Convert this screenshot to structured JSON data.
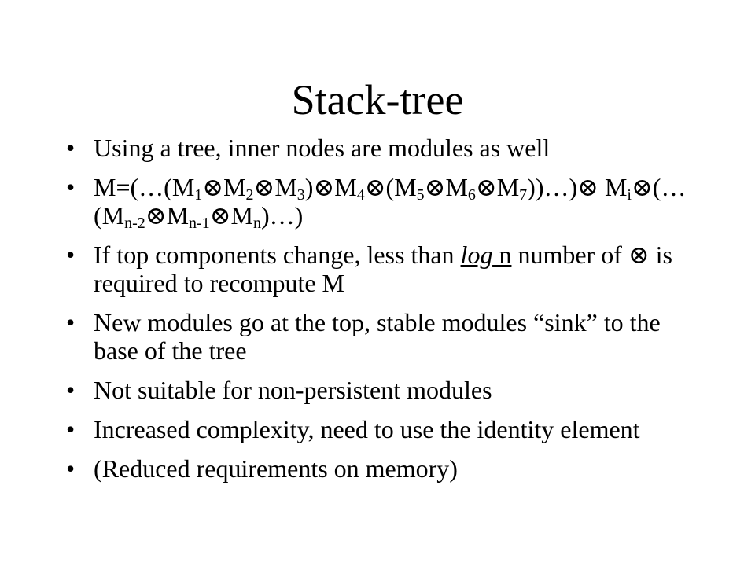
{
  "slide": {
    "title": "Stack-tree",
    "bullet_symbol": "•",
    "otimes": "⊗",
    "b1": "Using a tree, inner nodes are modules as well",
    "b2": {
      "prefix": "M=(…(M",
      "s1": "1",
      "s2": "2",
      "s3": "3",
      "s4": "4",
      "s5": "5",
      "s6": "6",
      "s7": "7",
      "M": "M",
      "close1": ")",
      "open5": "(M",
      "close7": "))…)",
      "mi_sub": "i",
      "mid": "(…(M",
      "sn2": "n-2",
      "sn1": "n-1",
      "sn": "n",
      "tail": ")…)"
    },
    "b3": {
      "pre": "If top components change, less than ",
      "log": "log",
      "space": " ",
      "n": "n",
      "post": " number of ",
      "end": " is required to recompute M"
    },
    "b4": "New modules go at the top, stable modules “sink” to the base of the tree",
    "b5": "Not suitable for non-persistent modules",
    "b6": "Increased complexity, need to use the identity element",
    "b7": "(Reduced requirements on memory)"
  }
}
